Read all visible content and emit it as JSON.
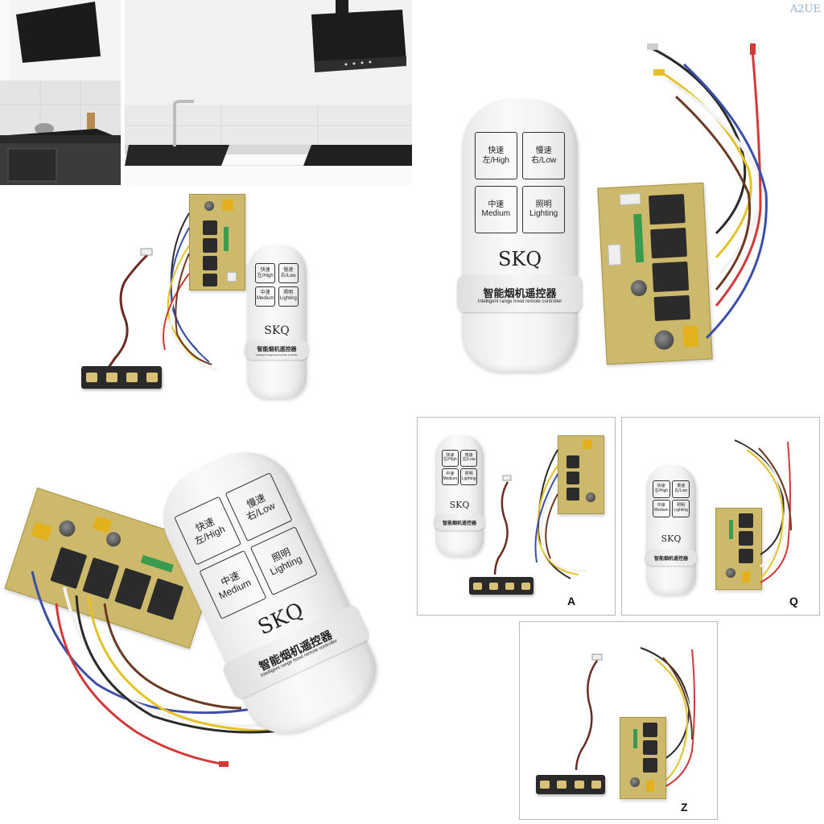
{
  "watermark": "A2UE",
  "remote": {
    "key_fast_cn": "快速",
    "key_fast_en": "左/High",
    "key_slow_cn": "慢速",
    "key_slow_en": "右/Low",
    "key_medium_cn": "中速",
    "key_medium_en": "Medium",
    "key_light_cn": "照明",
    "key_light_en": "Lighting",
    "brand": "SKQ",
    "product_cn": "智能烟机遥控器",
    "product_en": "Intelligent range hood remote controller"
  },
  "variants": {
    "a": "A",
    "q": "Q",
    "z": "Z"
  },
  "colors": {
    "pcb": "#cdb96b",
    "relay": "#2b2b2b",
    "wire_red": "#d23a3a",
    "wire_yellow": "#e4c227",
    "wire_white": "#f2f2f2",
    "wire_blue": "#3b4fa8",
    "wire_black": "#2a2a2a",
    "wire_brown": "#6b3a22"
  }
}
